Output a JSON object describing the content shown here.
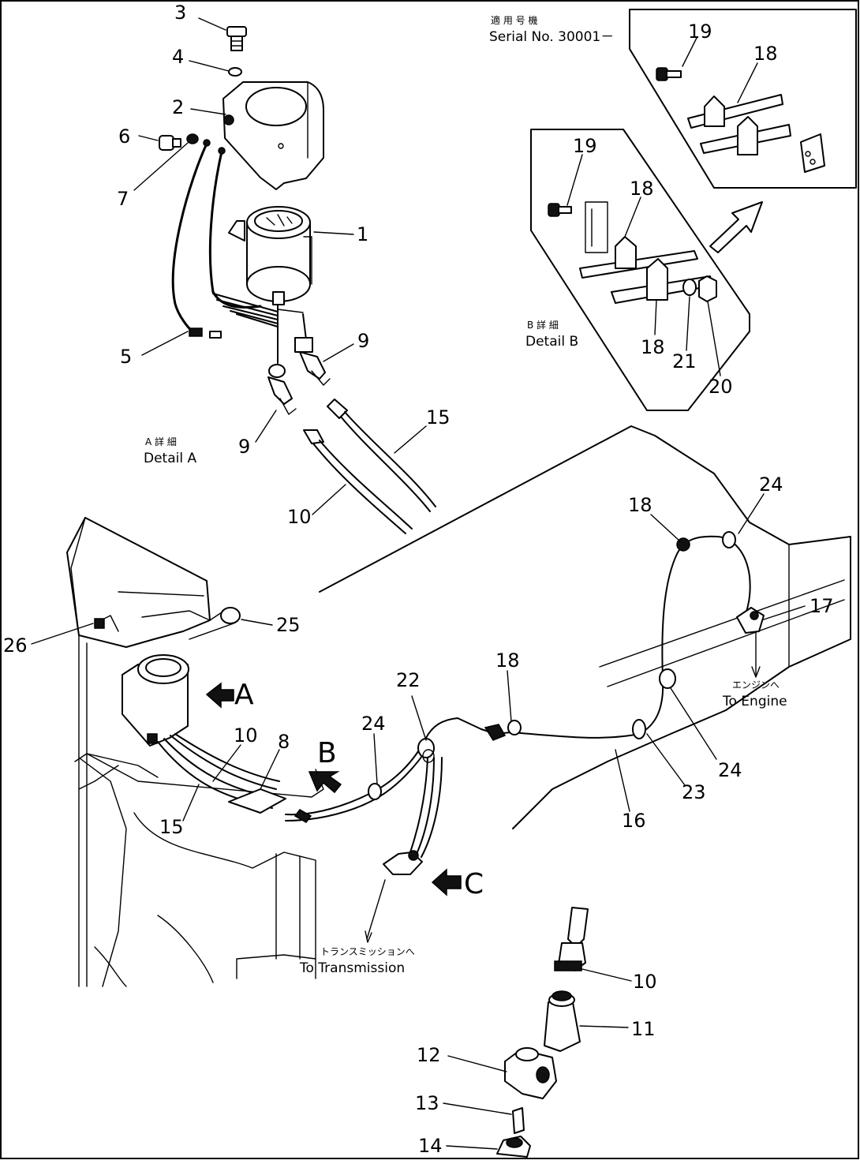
{
  "callouts": [
    {
      "id": "c3",
      "text": "3"
    },
    {
      "id": "c4",
      "text": "4"
    },
    {
      "id": "c2",
      "text": "2"
    },
    {
      "id": "c6",
      "text": "6"
    },
    {
      "id": "c7",
      "text": "7"
    },
    {
      "id": "c1",
      "text": "1"
    },
    {
      "id": "c5",
      "text": "5"
    },
    {
      "id": "c9a",
      "text": "9"
    },
    {
      "id": "c9b",
      "text": "9"
    },
    {
      "id": "c15a",
      "text": "15"
    },
    {
      "id": "c10a",
      "text": "10"
    },
    {
      "id": "c19a",
      "text": "19"
    },
    {
      "id": "c18a",
      "text": "18"
    },
    {
      "id": "c19b",
      "text": "19"
    },
    {
      "id": "c18b",
      "text": "18"
    },
    {
      "id": "c18c",
      "text": "18"
    },
    {
      "id": "c21",
      "text": "21"
    },
    {
      "id": "c20",
      "text": "20"
    },
    {
      "id": "c18d",
      "text": "18"
    },
    {
      "id": "c24a",
      "text": "24"
    },
    {
      "id": "c17",
      "text": "17"
    },
    {
      "id": "c26",
      "text": "26"
    },
    {
      "id": "c25",
      "text": "25"
    },
    {
      "id": "c22",
      "text": "22"
    },
    {
      "id": "c18e",
      "text": "18"
    },
    {
      "id": "c24b",
      "text": "24"
    },
    {
      "id": "c10b",
      "text": "10"
    },
    {
      "id": "c8",
      "text": "8"
    },
    {
      "id": "c15b",
      "text": "15"
    },
    {
      "id": "c16",
      "text": "16"
    },
    {
      "id": "c23",
      "text": "23"
    },
    {
      "id": "c24c",
      "text": "24"
    },
    {
      "id": "c10c",
      "text": "10"
    },
    {
      "id": "c11",
      "text": "11"
    },
    {
      "id": "c12",
      "text": "12"
    },
    {
      "id": "c13",
      "text": "13"
    },
    {
      "id": "c14",
      "text": "14"
    }
  ],
  "labels": {
    "serial_jp": "適 用 号 機",
    "serial_en": "Serial No. 30001－",
    "detail_b_jp": "B  詳  細",
    "detail_b_en": "Detail B",
    "detail_a_jp": "A  詳  細",
    "detail_a_en": "Detail A",
    "arrow_a": "A",
    "arrow_b": "B",
    "arrow_c": "C",
    "engine_jp": "エンジンへ",
    "engine_en": "To Engine",
    "transmission_jp": "トランスミッションへ",
    "transmission_en": "To Transmission"
  }
}
